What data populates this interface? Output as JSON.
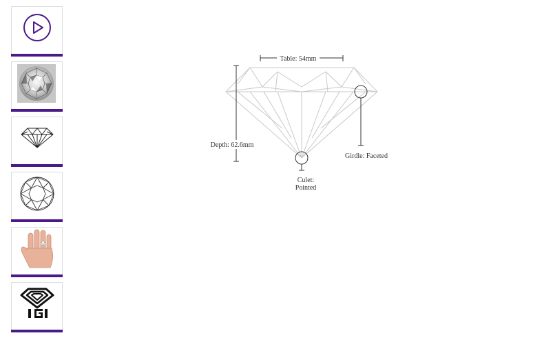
{
  "colors": {
    "accent": "#4b1a8a",
    "diagram_line": "#c8c8c8",
    "annotation_line": "#333333"
  },
  "thumbnails": [
    {
      "icon": "play-icon",
      "selected": false
    },
    {
      "icon": "diamond-photo",
      "selected": false
    },
    {
      "icon": "diamond-profile-icon",
      "selected": true
    },
    {
      "icon": "diamond-top-view-icon",
      "selected": false
    },
    {
      "icon": "hand-size-photo",
      "selected": false
    },
    {
      "icon": "igi-certificate-logo",
      "selected": false
    }
  ],
  "diagram": {
    "table_label": "Table: 54mm",
    "depth_label": "Depth: 62.6mm",
    "girdle_label": "Girdle: Faceted",
    "culet_label_line1": "Culet:",
    "culet_label_line2": "Pointed"
  }
}
